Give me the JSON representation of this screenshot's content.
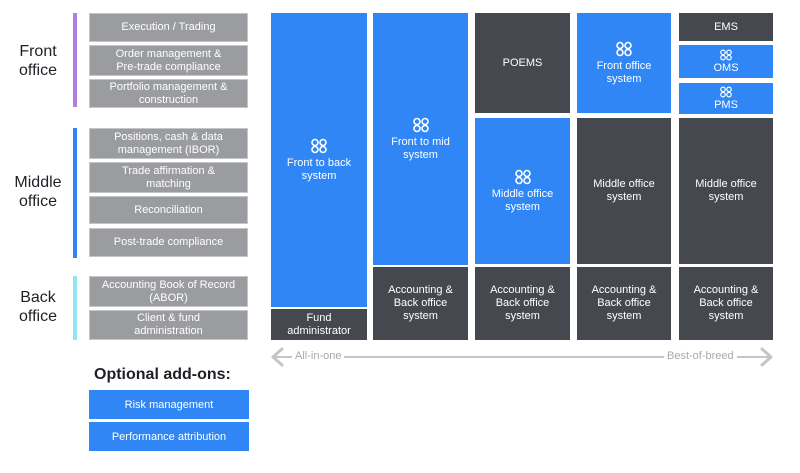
{
  "sections": {
    "front": "Front\noffice",
    "middle": "Middle\noffice",
    "back": "Back\noffice"
  },
  "colors": {
    "front_bar": "#b07ee0",
    "middle_bar": "#2f86f4",
    "back_bar": "#8fe6f0",
    "blue": "#2f86f4",
    "dark": "#464850",
    "function_grey": "#9b9ca0"
  },
  "functions": [
    "Execution / Trading",
    "Order management &\nPre-trade compliance",
    "Portfolio management &\nconstruction",
    "Positions, cash & data\nmanagement (IBOR)",
    "Trade affirmation &\nmatching",
    "Reconciliation",
    "Post-trade compliance",
    "Accounting Book of Record\n(ABOR)",
    "Client & fund\nadministration"
  ],
  "columns": {
    "c1": {
      "main": "Front to back\nsystem",
      "admin": "Fund\nadministrator"
    },
    "c2": {
      "main": "Front to mid\nsystem",
      "back": "Accounting &\nBack office\nsystem"
    },
    "c3": {
      "poems": "POEMS",
      "middle": "Middle office\nsystem",
      "back": "Accounting &\nBack office\nsystem"
    },
    "c4": {
      "front": "Front office\nsystem",
      "middle": "Middle office\nsystem",
      "back": "Accounting &\nBack office\nsystem"
    },
    "c5": {
      "ems": "EMS",
      "oms": "OMS",
      "pms": "PMS",
      "middle": "Middle office\nsystem",
      "back": "Accounting &\nBack office\nsystem"
    }
  },
  "axis": {
    "left": "All-in-one",
    "right": "Best-of-breed"
  },
  "addons": {
    "title": "Optional add-ons:",
    "items": [
      "Risk management",
      "Performance attribution"
    ]
  },
  "icon_name": "cloverleaf-icon"
}
